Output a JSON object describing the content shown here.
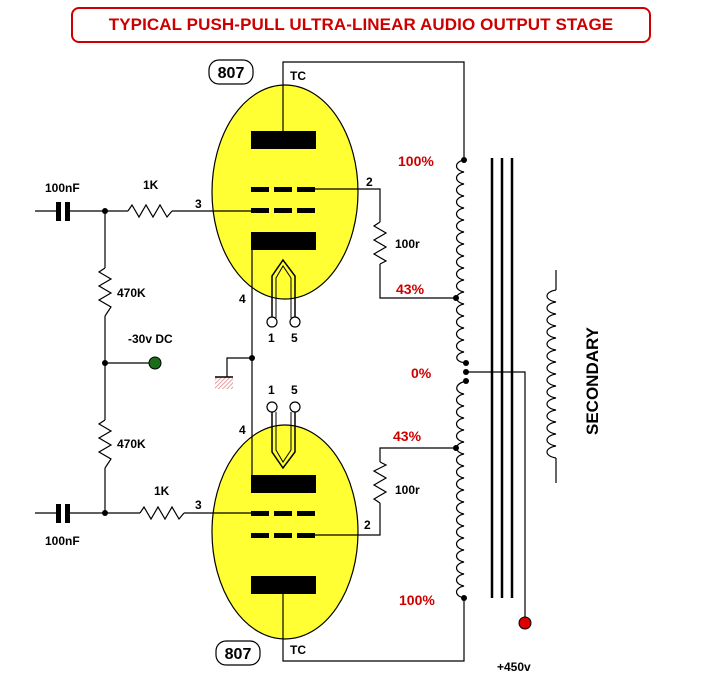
{
  "title": "TYPICAL PUSH-PULL ULTRA-LINEAR AUDIO OUTPUT STAGE",
  "tubes": {
    "upper": {
      "label": "807",
      "tc": "TC"
    },
    "lower": {
      "label": "807",
      "tc": "TC"
    }
  },
  "components": {
    "cap_upper": "100nF",
    "cap_lower": "100nF",
    "res_grid_upper": "1K",
    "res_grid_lower": "1K",
    "res_bias_upper": "470K",
    "res_bias_lower": "470K",
    "res_screen_upper": "100r",
    "res_screen_lower": "100r",
    "bias": "-30v DC",
    "supply": "+450v"
  },
  "pins": {
    "grid_upper": "3",
    "grid_lower": "3",
    "screen_upper": "2",
    "screen_lower": "2",
    "cathode_upper": "4",
    "cathode_lower": "4",
    "heater_1_upper": "1",
    "heater_5_upper": "5",
    "heater_1_lower": "1",
    "heater_5_lower": "5"
  },
  "taps": {
    "top": "100%",
    "upper_ul": "43%",
    "center": "0%",
    "lower_ul": "43%",
    "bottom": "100%"
  },
  "secondary": "SECONDARY",
  "colors": {
    "accent": "#cc0000",
    "tube_fill": "#ffff33",
    "bias_node": "#1a6e1a",
    "supply_node": "#dd0000",
    "ground_hatch": "#e08080"
  }
}
